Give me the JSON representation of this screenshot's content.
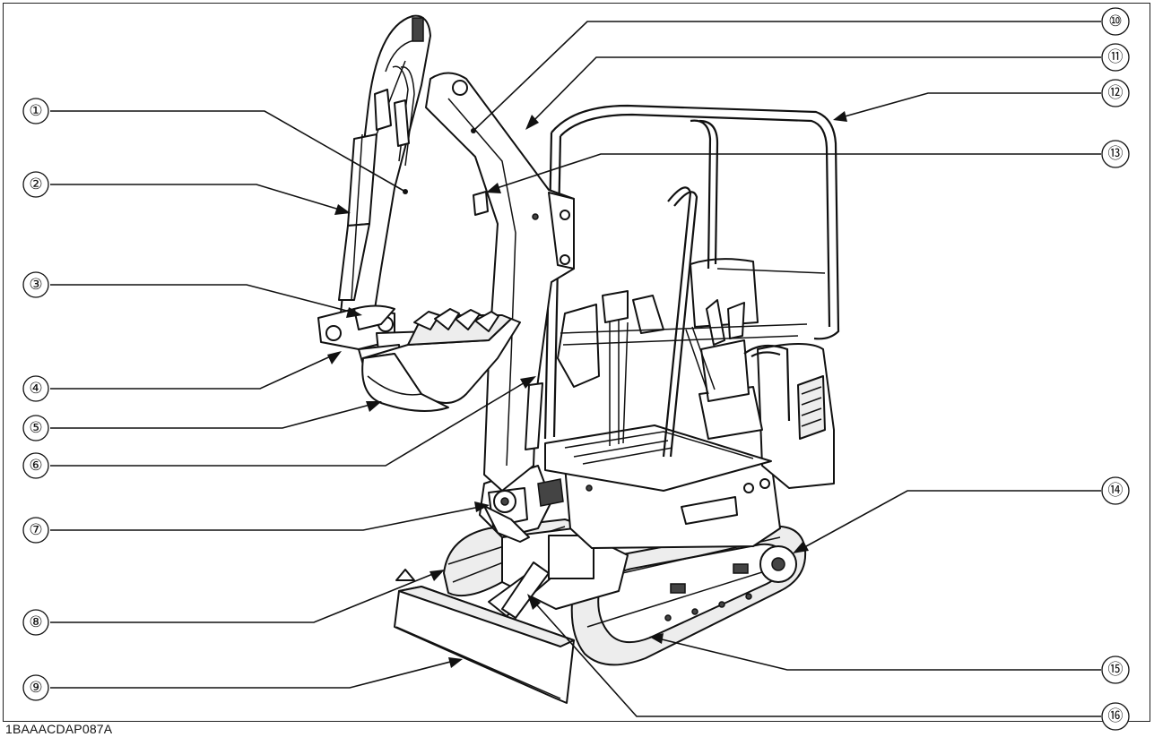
{
  "figure_code": "1BAAACDAP087A",
  "colors": {
    "line": "#111111",
    "fill_light": "#ededed",
    "background": "#ffffff"
  },
  "callouts": [
    {
      "id": 1,
      "label": "①"
    },
    {
      "id": 2,
      "label": "②"
    },
    {
      "id": 3,
      "label": "③"
    },
    {
      "id": 4,
      "label": "④"
    },
    {
      "id": 5,
      "label": "⑤"
    },
    {
      "id": 6,
      "label": "⑥"
    },
    {
      "id": 7,
      "label": "⑦"
    },
    {
      "id": 8,
      "label": "⑧"
    },
    {
      "id": 9,
      "label": "⑨"
    },
    {
      "id": 10,
      "label": "⑩"
    },
    {
      "id": 11,
      "label": "⑪"
    },
    {
      "id": 12,
      "label": "⑫"
    },
    {
      "id": 13,
      "label": "⑬"
    },
    {
      "id": 14,
      "label": "⑭"
    },
    {
      "id": 15,
      "label": "⑮"
    },
    {
      "id": 16,
      "label": "⑯"
    }
  ]
}
